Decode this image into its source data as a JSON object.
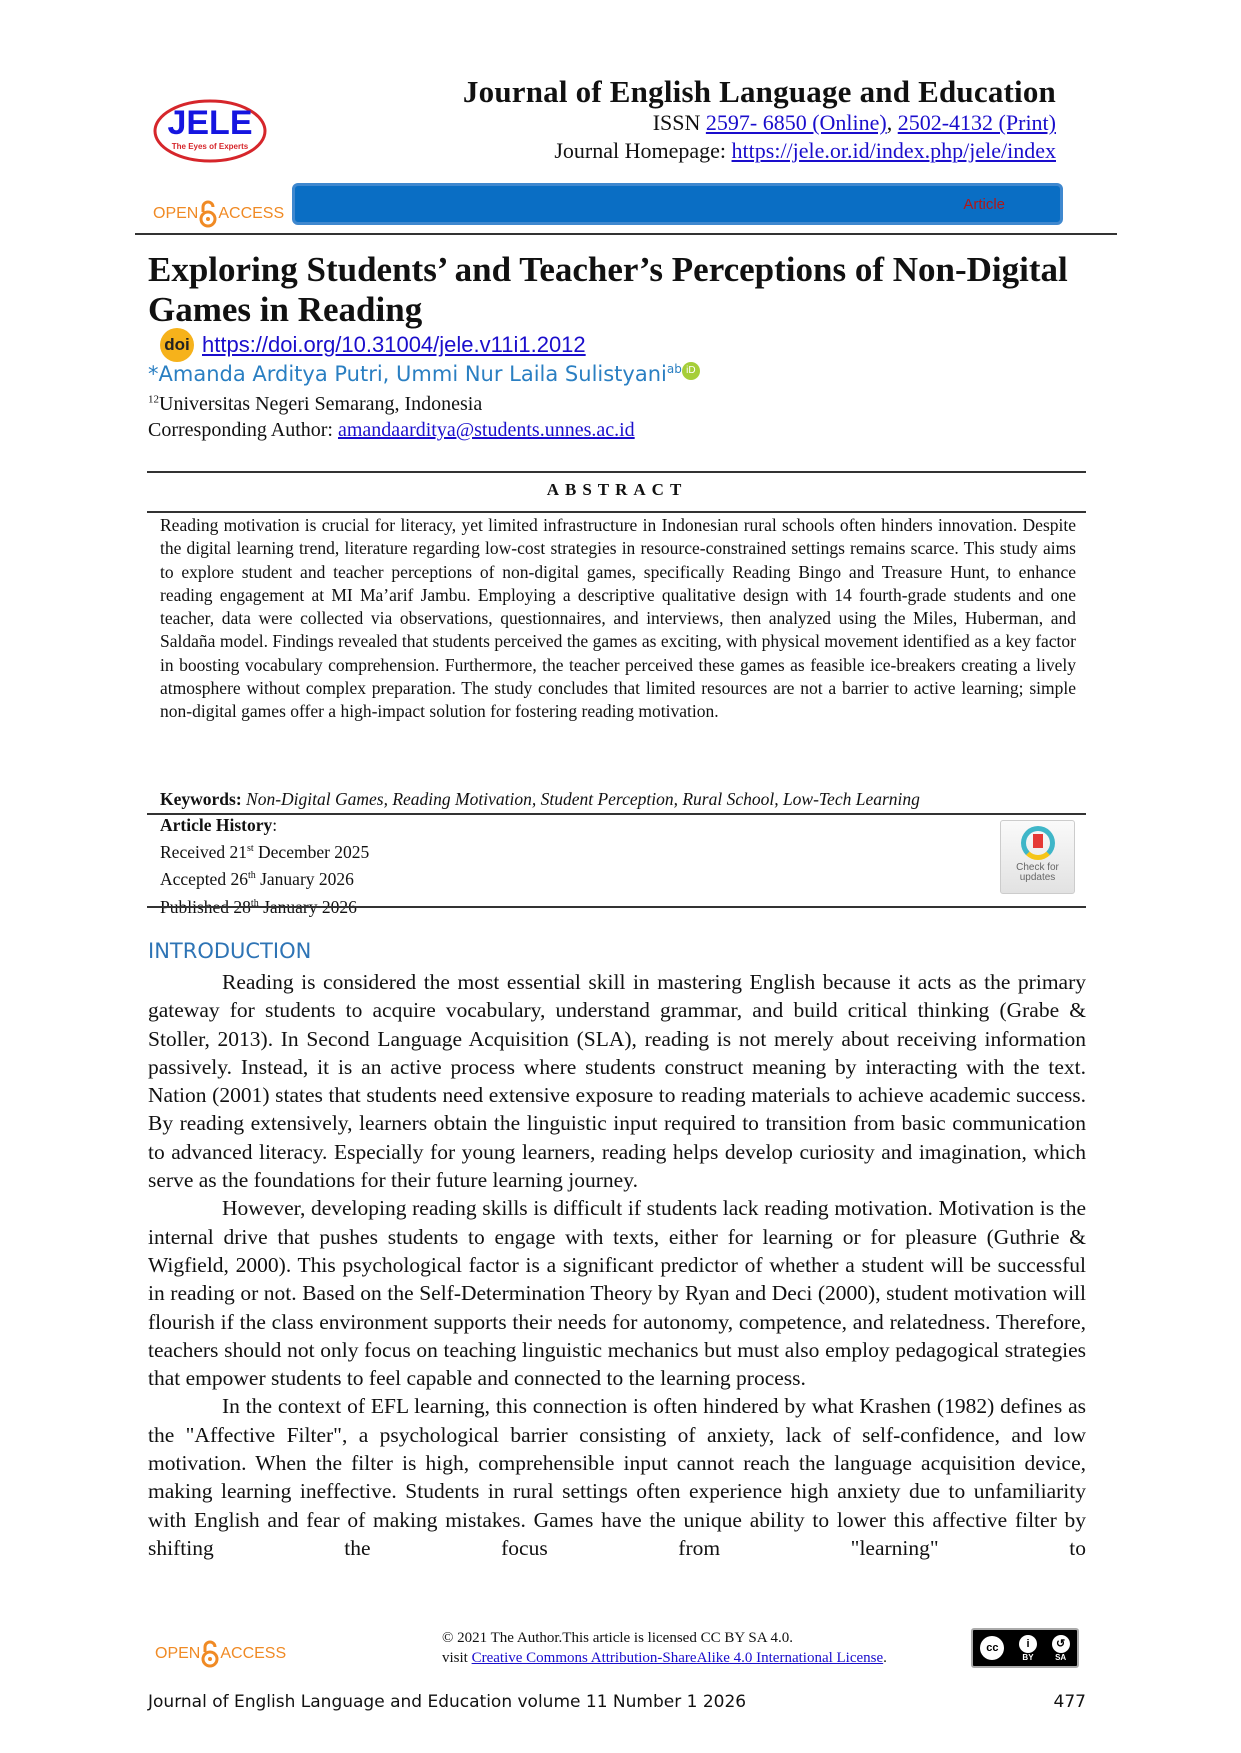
{
  "header": {
    "journal_title": "Journal of English Language and Education",
    "issn_label": "ISSN",
    "issn_online": "2597- 6850 (Online)",
    "issn_sep": ",",
    "issn_print": "2502-4132 (Print)",
    "homepage_label": "Journal Homepage:",
    "homepage_url": "https://jele.or.id/index.php/jele/index",
    "logo_text": "JELE",
    "logo_tagline": "The Eyes of Experts",
    "open_access_left": "OPEN",
    "open_access_right": "ACCESS",
    "article_type": "Article"
  },
  "article": {
    "title": "Exploring Students’ and Teacher’s Perceptions of Non-Digital Games in Reading",
    "doi_icon": "doi",
    "doi_url": "https://doi.org/10.31004/jele.v11i1.2012",
    "authors": "*Amanda Arditya Putri, Ummi Nur Laila Sulistyani",
    "authors_sup": "ab",
    "orcid_icon": "iD",
    "affiliation_sup": "12",
    "affiliation": "Universitas Negeri Semarang, Indonesia",
    "corresponding_label": "Corresponding Author:",
    "corresponding_email": "amandaarditya@students.unnes.ac.id"
  },
  "abstract": {
    "heading": "ABSTRACT",
    "text": "Reading motivation is crucial for literacy, yet limited infrastructure in Indonesian rural schools often hinders innovation. Despite the digital learning trend, literature regarding low-cost strategies in resource-constrained settings remains scarce. This study aims to explore student and teacher perceptions of non-digital games, specifically Reading Bingo and Treasure Hunt, to enhance reading engagement at MI Ma’arif Jambu. Employing a descriptive qualitative design with 14 fourth-grade students and one teacher, data were collected via observations, questionnaires, and interviews, then analyzed using the Miles, Huberman, and Saldaña model. Findings revealed that students perceived the games as exciting, with physical movement identified as a key factor in boosting vocabulary comprehension. Furthermore, the teacher perceived these games as feasible ice-breakers creating a lively atmosphere without complex preparation. The study concludes that limited resources are not a barrier to active learning; simple non-digital games offer a high-impact solution for fostering reading motivation.",
    "keywords_label": "Keywords:",
    "keywords": "Non-Digital Games, Reading Motivation, Student Perception, Rural School, Low-Tech Learning"
  },
  "history": {
    "label": "Article History",
    "colon": ":",
    "received": {
      "prefix": "Received 21",
      "sup": "st",
      "suffix": " December 2025"
    },
    "accepted": {
      "prefix": "Accepted 26",
      "sup": "th",
      "suffix": " January 2026"
    },
    "published": {
      "prefix": "Published 28",
      "sup": "th",
      "suffix": " January 2026"
    },
    "check_line1": "Check for",
    "check_line2": "updates"
  },
  "introduction": {
    "heading": "INTRODUCTION",
    "paragraphs": [
      "Reading is considered the most essential skill in mastering English because it acts as the primary gateway for students to acquire vocabulary, understand grammar, and build critical thinking (Grabe & Stoller, 2013). In Second Language Acquisition (SLA), reading is not merely about receiving information passively. Instead, it is an active process where students construct meaning by interacting with the text. Nation (2001) states that students need extensive exposure to reading materials to achieve academic success. By reading extensively, learners obtain the linguistic input required to transition from basic communication to advanced literacy. Especially for young learners, reading helps develop curiosity and imagination, which serve as the foundations for their future learning journey.",
      "However, developing reading skills is difficult if students lack reading motivation. Motivation is the internal drive that pushes students to engage with texts, either for learning or for pleasure (Guthrie & Wigfield, 2000). This psychological factor is a significant predictor of whether a student will be successful in reading or not. Based on the Self-Determination Theory by Ryan and Deci (2000), student motivation will flourish if the class environment supports their needs for autonomy, competence, and relatedness. Therefore, teachers should not only focus on teaching linguistic mechanics but must also employ pedagogical strategies that empower students to feel capable and connected to the learning process.",
      "In the context of EFL learning, this connection is often hindered by what Krashen (1982) defines as the \"Affective Filter\", a psychological barrier consisting of anxiety, lack of self-confidence, and low motivation. When the filter is high, comprehensible input cannot reach the language acquisition device, making learning ineffective. Students in rural settings often experience high anxiety due to unfamiliarity with English and fear of making mistakes. Games have the unique ability to lower this affective filter by shifting the focus from \"learning\" to"
    ]
  },
  "footer": {
    "license_line1": "© 2021 The Author.This article is licensed CC BY SA 4.0.",
    "license_visit": "visit",
    "license_link": "Creative Commons Attribution-ShareAlike 4.0 International License",
    "license_end": ".",
    "cc_by": "BY",
    "cc_sa": "SA",
    "journal_line": "Journal of English Language and Education volume 11 Number 1 2026",
    "page_number": "477"
  }
}
